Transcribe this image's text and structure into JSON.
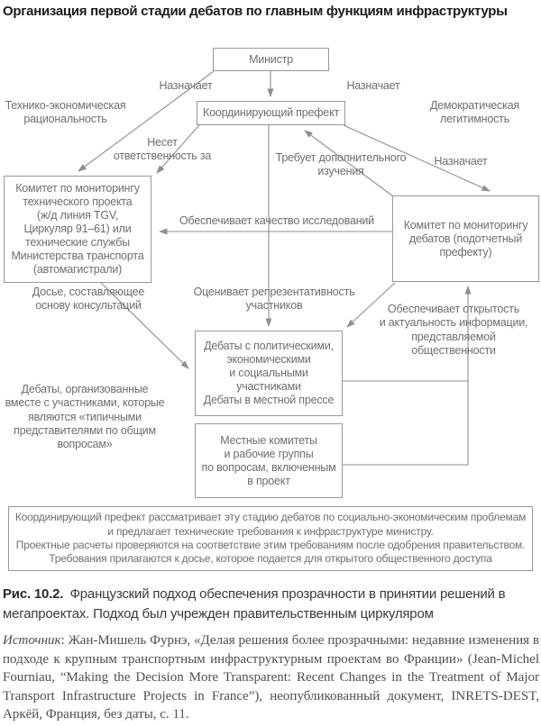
{
  "title": "Организация первой стадии дебатов по главным функциям инфраструктуры",
  "diagram": {
    "nodes": {
      "minister": "Министр",
      "prefect": "Координирующий префект",
      "tech_committee": "Комитет по мониторингу\nтехнического проекта\n(ж/д линия TGV,\nЦиркуляр 91–61) или\nтехнические службы\nМинистерства транспорта\n(автомагистрали)",
      "debate_committee": "Комитет по мониторингу\nдебатов (подотчетный\nпрефекту)",
      "debates": "Дебаты с политическими,\nэкономическими\nи социальными участниками\nДебаты в местной прессе",
      "local_committees": "Местные комитеты\nи рабочие группы\nпо вопросам, включенным\nв проект",
      "bottom_note": "Координирующий префект рассматривает эту стадию дебатов по социально-экономическим проблемам\nи предлагает технические требования к инфраструктуре министру.\nПроектные расчеты проверяются на соответствие этим требованиям после одобрения правительством.\nТребования прилагаются к досье, которое подается для открытого общественного доступа"
    },
    "labels": {
      "tech_rationality": "Технико-экономическая\nрациональность",
      "dem_legitimacy": "Демократическая\nлегитимность",
      "appoints_left": "Назначает",
      "appoints_right": "Назначает",
      "responsible_for": "Несет\nответственность за",
      "requires_study": "Требует дополнительного\nизучения",
      "appoints_committee": "Назначает",
      "ensures_quality": "Обеспечивает качество исследований",
      "evaluates_participants": "Оценивает репрезентативность\nучастников",
      "ensures_openness": "Обеспечивает открытость\nи актуальность информации,\nпредставляемой\nобщественности",
      "dossier": "Досье, составляющее\nоснову консультаций",
      "debates_side_note": "Дебаты, организованные\nвместе с участниками, которые\nявляются «типичными\nпредставителями по общим\nвопросам»"
    },
    "line_color": "#8f8f8f"
  },
  "caption": {
    "figure_label": "Рис. 10.2.",
    "text": "Французский подход обеспечения прозрачности в принятии решений в мегапроектах. Подход был учрежден правительственным циркуляром"
  },
  "source": {
    "label": "Источник",
    "text": ": Жан-Мишель Фурнэ, «Делая решения более прозрачными: недавние изменения в подходе к крупным транспортным инфраструктурным проектам во Франции» (Jean-Michel Fourniau, “Making the Decision More Transparent: Recent Changes in the Treatment of Major Transport Infrastructure Projects in France”), неопубликованный документ, INRETS-DEST, Аркёй, Франция, без даты, с. 11."
  }
}
